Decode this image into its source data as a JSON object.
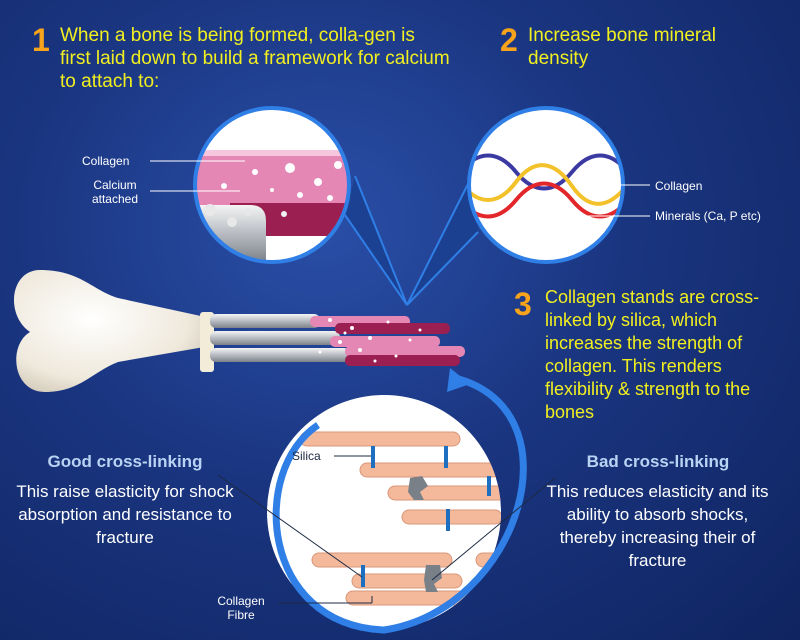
{
  "steps": {
    "s1_num": "1",
    "s1_text": "When a bone is being formed, colla-gen is first laid down to build a framework for calcium to attach to:",
    "s2_num": "2",
    "s2_text": "Increase bone mineral density",
    "s3_num": "3",
    "s3_text": "Collagen stands are cross-linked by silica, which increases the strength of collagen. This renders flexibility & strength to the bones"
  },
  "labels": {
    "collagen_left": "Collagen",
    "calcium_attached": "Calcium attached",
    "collagen_right": "Collagen",
    "minerals": "Minerals (Ca, P etc)",
    "silica": "Silica",
    "collagen_fibre": "Collagen Fibre"
  },
  "good": {
    "title": "Good cross-linking",
    "body": "This raise elasticity for shock absorption and resistance to fracture"
  },
  "bad": {
    "title": "Bad cross-linking",
    "body": "This reduces elasticity and its ability to absorb shocks, thereby increasing their of fracture"
  },
  "colors": {
    "accent_orange": "#f7a31b",
    "text_yellow": "#f2ef1f",
    "collagen_pink": "#e487b5",
    "collagen_dark": "#9c1f52",
    "silica_blue": "#1f6fc0",
    "fibre_peach": "#f3b99a",
    "wave_yellow": "#f3c12a",
    "wave_red": "#e2262a",
    "wave_blue": "#3b3aa3"
  }
}
